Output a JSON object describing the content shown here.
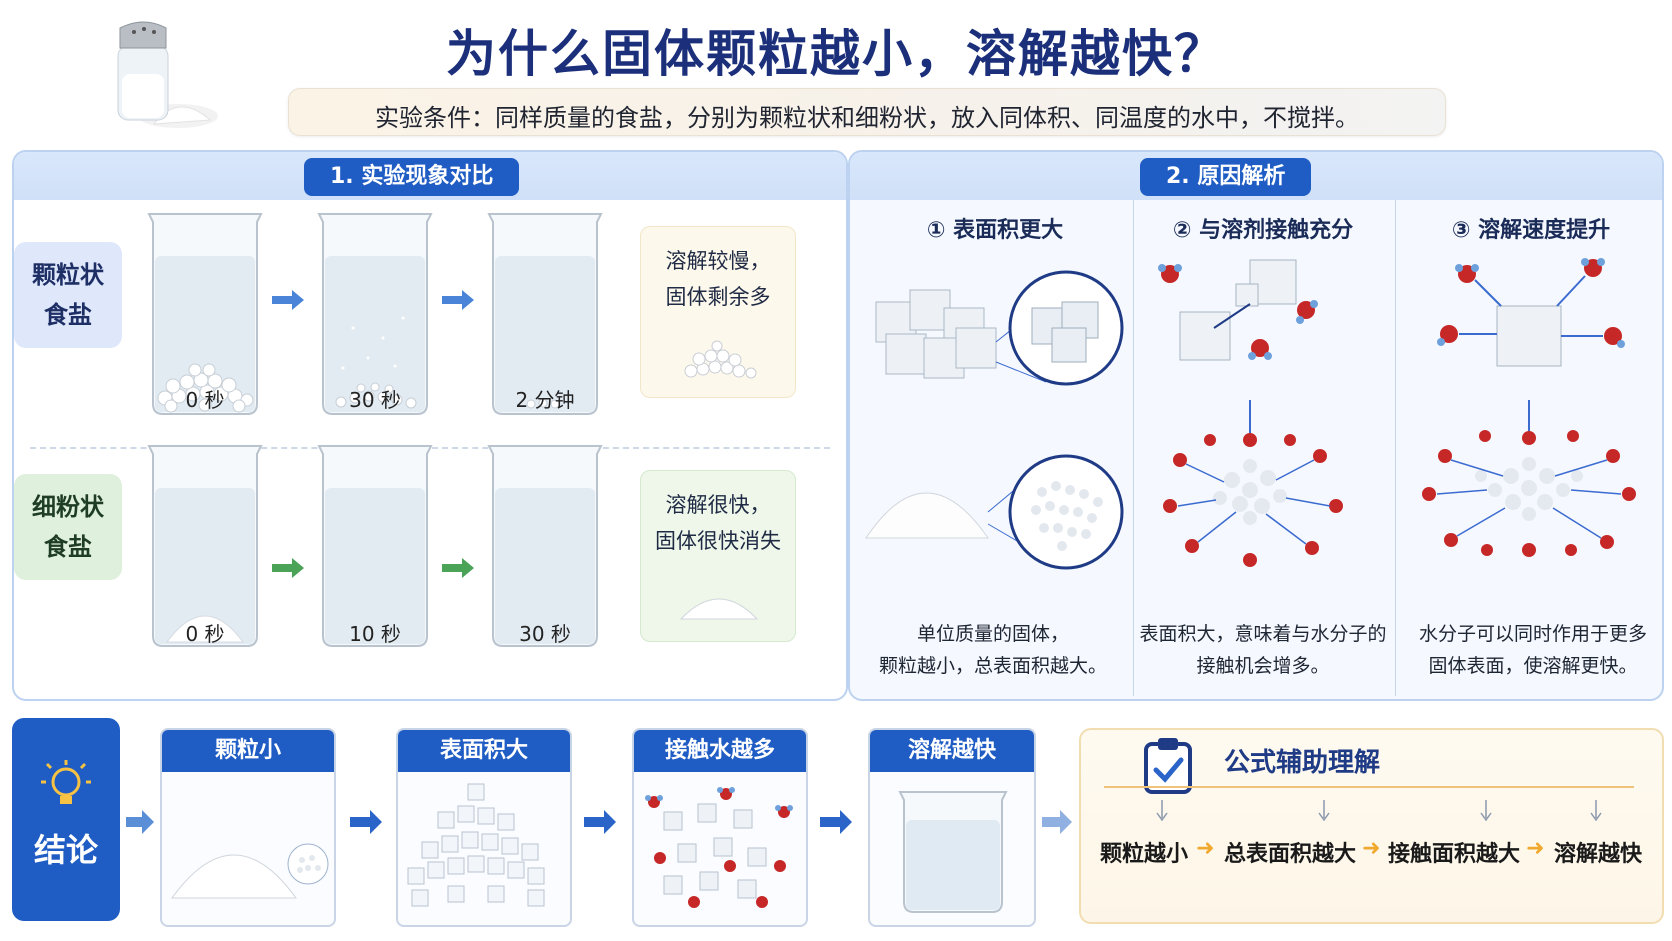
{
  "header": {
    "title": "为什么固体颗粒越小，溶解越快？",
    "subtitle": "实验条件：同样质量的食盐，分别为颗粒状和细粉状，放入同体积、同温度的水中，不搅拌。"
  },
  "section1": {
    "label": "1. 实验现象对比",
    "rows": [
      {
        "label_line1": "颗粒状",
        "label_line2": "食盐",
        "times": [
          "0 秒",
          "30 秒",
          "2 分钟"
        ],
        "note_line1": "溶解较慢，",
        "note_line2": "固体剩余多",
        "accent_color": "#4a84d9"
      },
      {
        "label_line1": "细粉状",
        "label_line2": "食盐",
        "times": [
          "0 秒",
          "10 秒",
          "30 秒"
        ],
        "note_line1": "溶解很快，",
        "note_line2": "固体很快消失",
        "accent_color": "#4aa356"
      }
    ]
  },
  "section2": {
    "label": "2. 原因解析",
    "columns": [
      {
        "title": "① 表面积更大",
        "caption_line1": "单位质量的固体，",
        "caption_line2": "颗粒越小，总表面积越大。"
      },
      {
        "title": "② 与溶剂接触充分",
        "caption_line1": "表面积大，意味着与水分子的",
        "caption_line2": "接触机会增多。"
      },
      {
        "title": "③ 溶解速度提升",
        "caption_line1": "水分子可以同时作用于更多",
        "caption_line2": "固体表面，使溶解更快。"
      }
    ]
  },
  "conclusion": {
    "label": "结论",
    "steps": [
      "颗粒小",
      "表面积大",
      "接触水越多",
      "溶解越快"
    ]
  },
  "formula": {
    "title": "公式辅助理解",
    "items": [
      "颗粒越小",
      "总表面积越大",
      "接触面积越大",
      "溶解越快"
    ]
  },
  "colors": {
    "primary": "#1f5cc4",
    "title": "#1b2f7a",
    "granular_label_bg": "#dfe7fb",
    "powder_label_bg": "#dff0dd",
    "arrow_orange": "#f0a92f"
  }
}
